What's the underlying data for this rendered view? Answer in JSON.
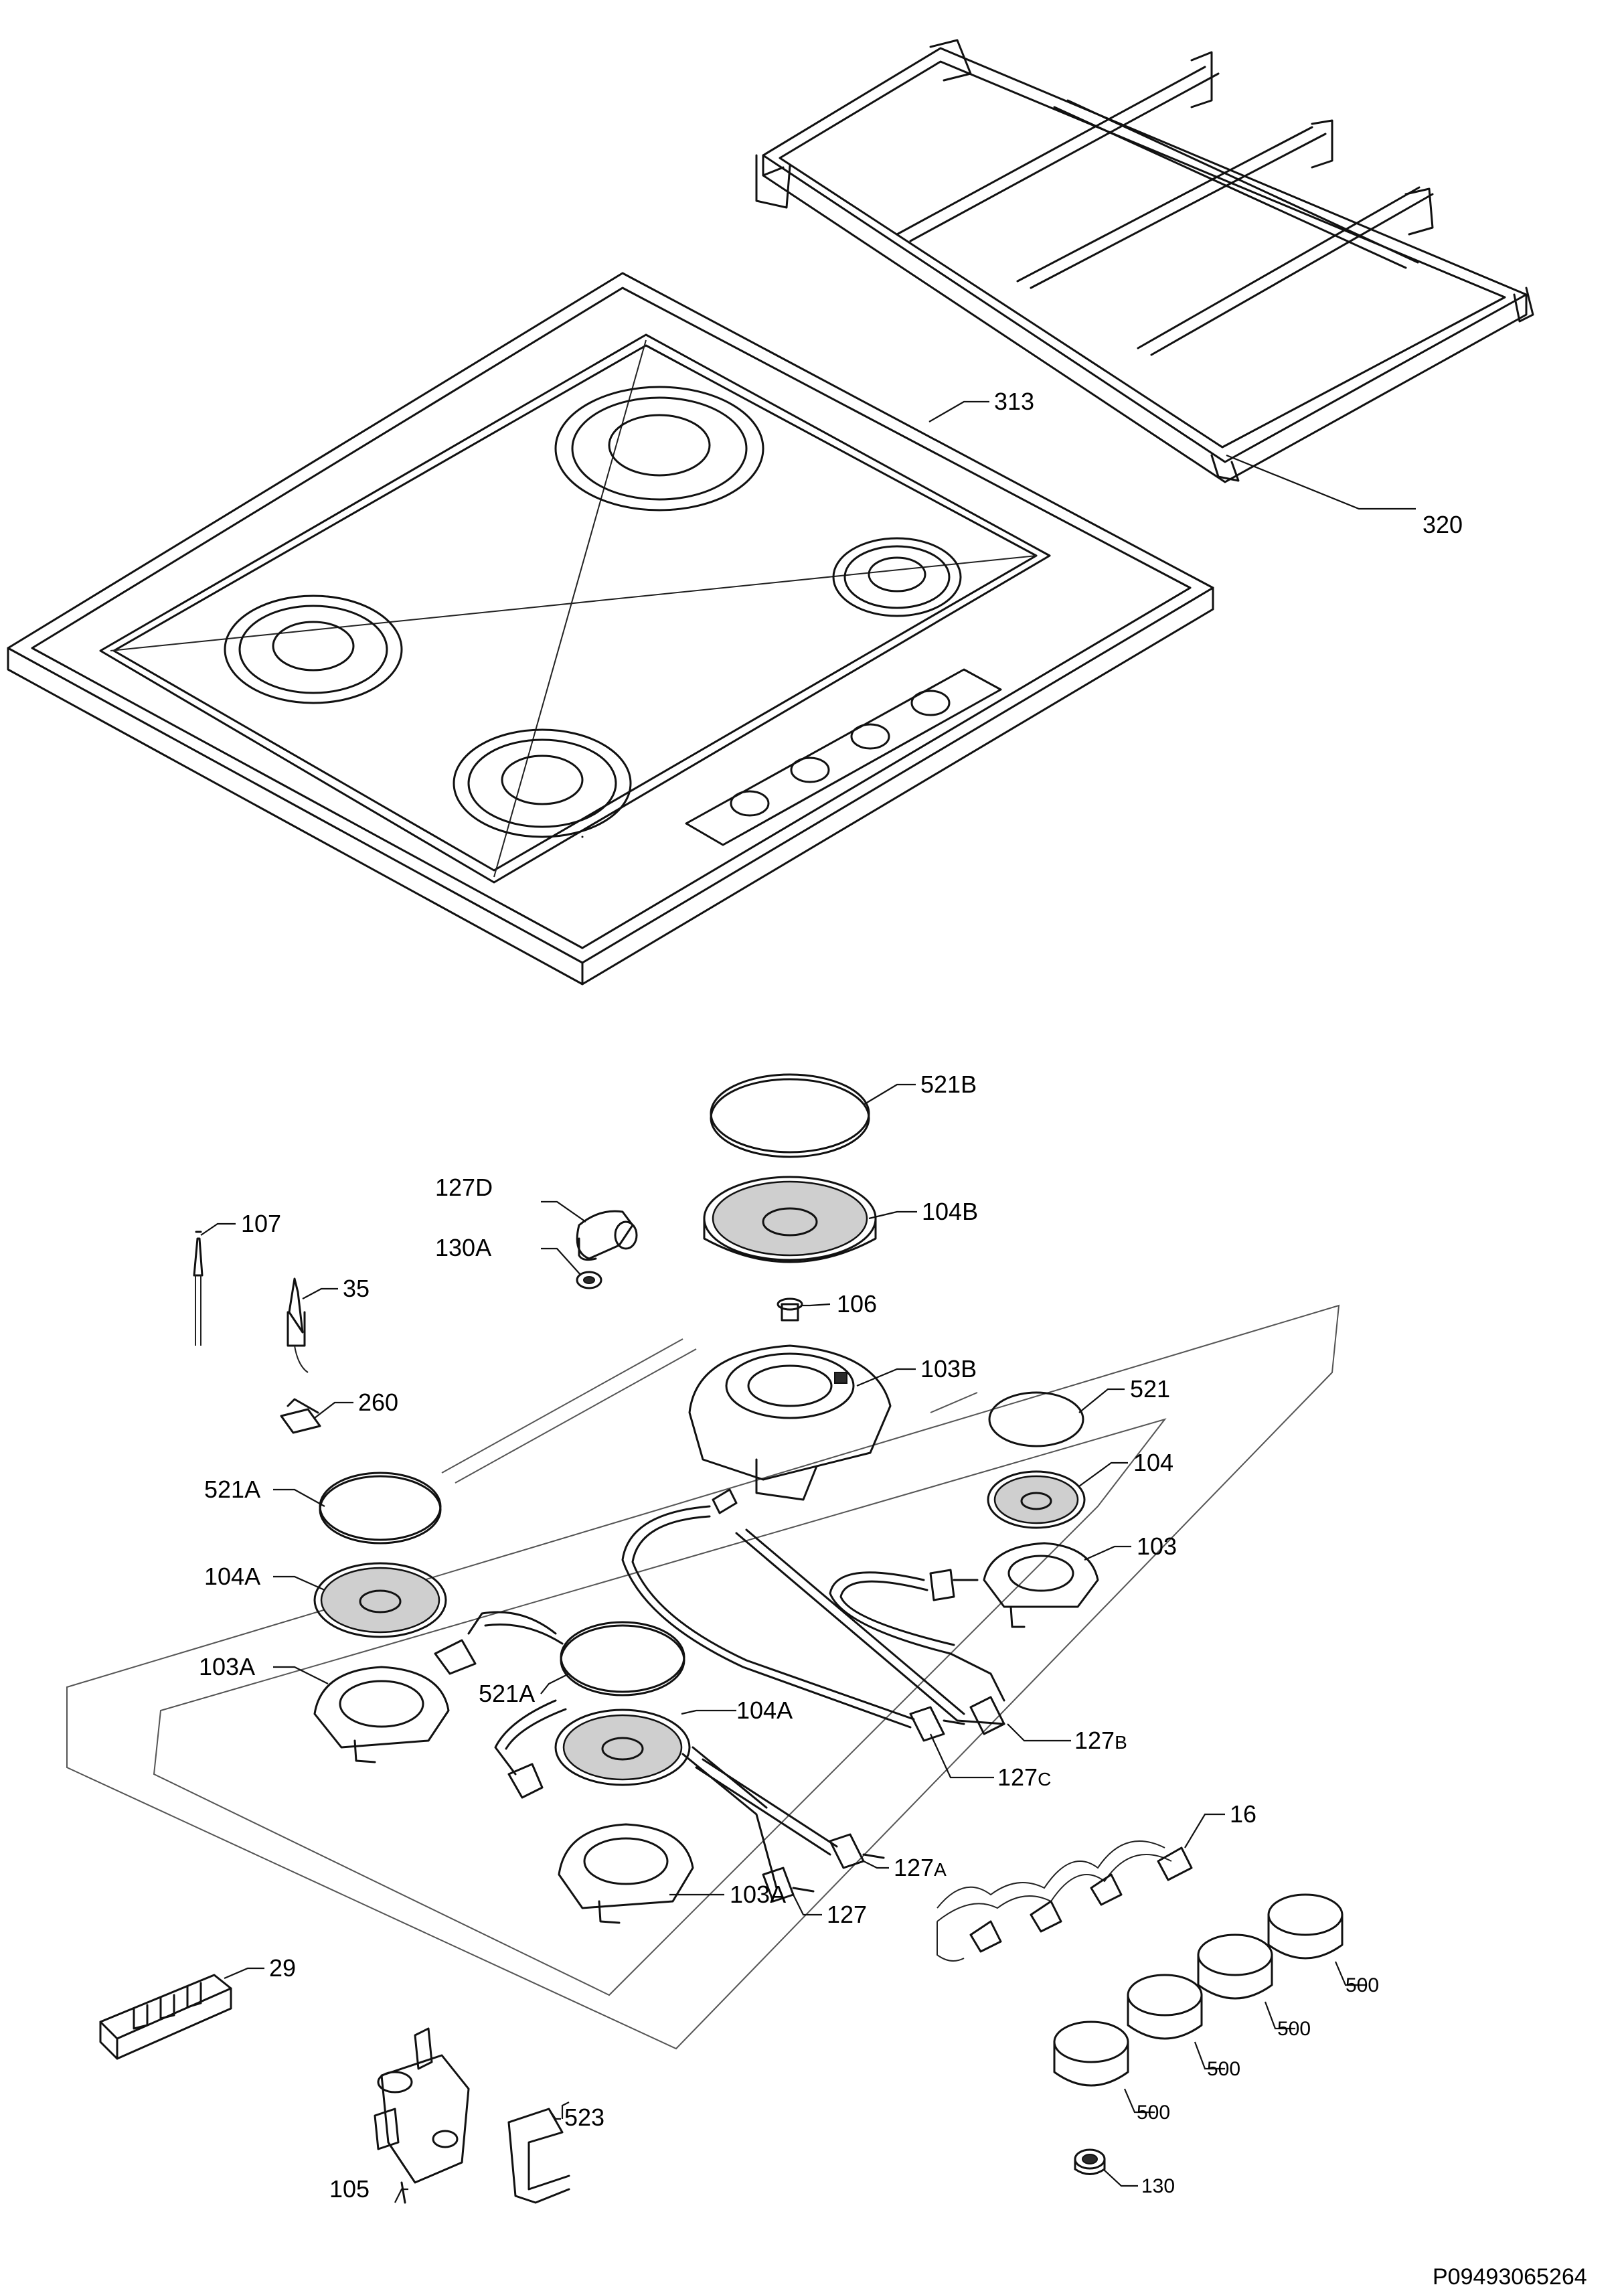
{
  "drawing_code": "P09493065264",
  "parts": [
    {
      "id": "grate",
      "ref": "320"
    },
    {
      "id": "hob_top",
      "ref": "313"
    },
    {
      "id": "cap_large",
      "ref": "521B"
    },
    {
      "id": "crown_large",
      "ref": "104B"
    },
    {
      "id": "elbow",
      "ref": "127D"
    },
    {
      "id": "seal_elbow",
      "ref": "130A"
    },
    {
      "id": "injector",
      "ref": "106"
    },
    {
      "id": "burner_cup_large",
      "ref": "103B"
    },
    {
      "id": "thermocouple",
      "ref": "107"
    },
    {
      "id": "electrode",
      "ref": "35"
    },
    {
      "id": "clip",
      "ref": "260"
    },
    {
      "id": "cap_small",
      "ref": "521"
    },
    {
      "id": "crown_small",
      "ref": "104"
    },
    {
      "id": "burner_cup_small",
      "ref": "103"
    },
    {
      "id": "cap_medium_left",
      "ref": "521A"
    },
    {
      "id": "crown_medium_left",
      "ref": "104A"
    },
    {
      "id": "burner_cup_medium_left",
      "ref": "103A"
    },
    {
      "id": "cap_medium_center",
      "ref": "521A"
    },
    {
      "id": "crown_medium_center",
      "ref": "104A"
    },
    {
      "id": "pipe_b",
      "ref": "127",
      "suffix": "B"
    },
    {
      "id": "pipe_c",
      "ref": "127",
      "suffix": "C"
    },
    {
      "id": "pipe_a",
      "ref": "127",
      "suffix": "A"
    },
    {
      "id": "pipe",
      "ref": "127"
    },
    {
      "id": "burner_cup_medium_center",
      "ref": "103A"
    },
    {
      "id": "switch_harness",
      "ref": "16"
    },
    {
      "id": "ignition_unit",
      "ref": "29"
    },
    {
      "id": "knob_1",
      "ref": "500"
    },
    {
      "id": "knob_2",
      "ref": "500"
    },
    {
      "id": "knob_3",
      "ref": "500"
    },
    {
      "id": "knob_4",
      "ref": "500"
    },
    {
      "id": "gas_tap",
      "ref": "105"
    },
    {
      "id": "bracket",
      "ref": "523"
    },
    {
      "id": "seal_knob",
      "ref": "130"
    }
  ]
}
